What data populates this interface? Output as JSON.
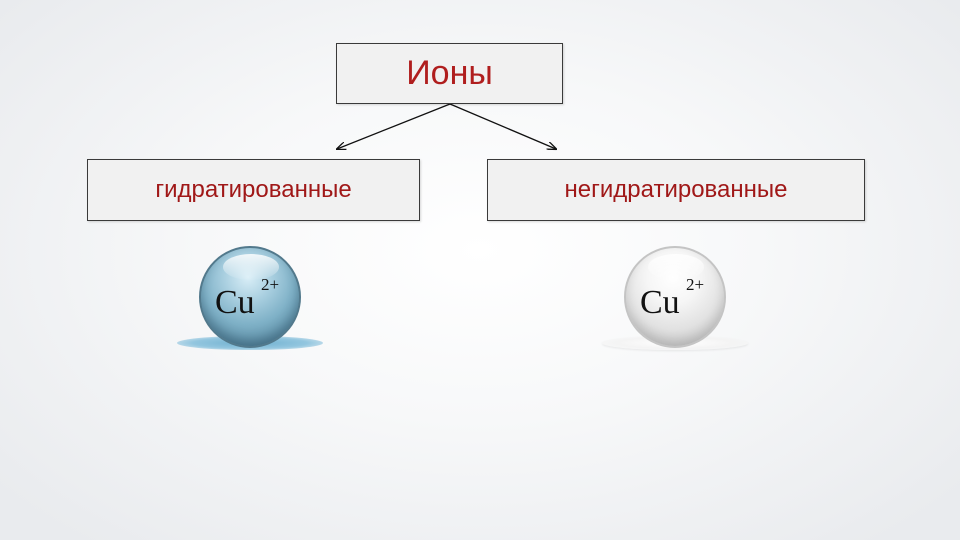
{
  "diagram": {
    "root": {
      "label": "Ионы"
    },
    "children": [
      {
        "label": "гидратированные"
      },
      {
        "label": "негидратированные"
      }
    ]
  },
  "ions": [
    {
      "symbol": "Cu",
      "charge": "2+",
      "color": "#7fb1c7"
    },
    {
      "symbol": "Cu",
      "charge": "2+",
      "color": "#e2e2e2"
    }
  ],
  "colors": {
    "label_red": "#a01818",
    "box_border": "#3a3a3a",
    "box_fill": "#f1f1f1"
  }
}
